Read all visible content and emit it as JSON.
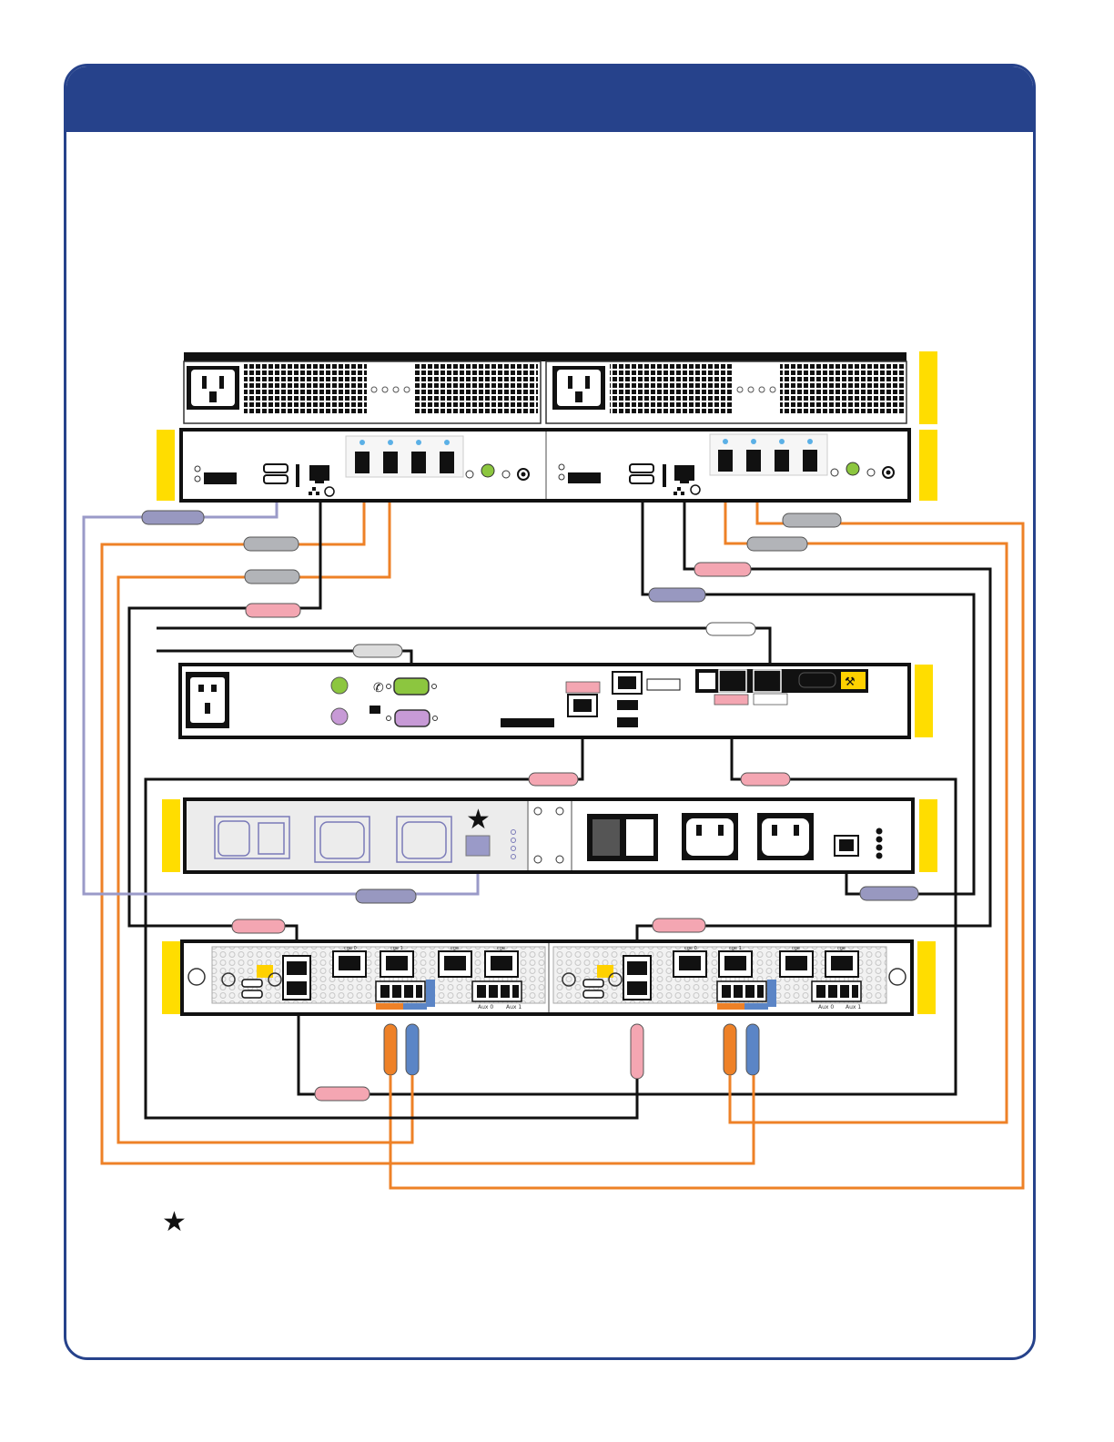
{
  "colors": {
    "header": "#26428b",
    "frame_border": "#26428b",
    "yellow_tab": "#ffdd00",
    "fiber_cable": "#ee8127",
    "ethernet_cable": "#111111",
    "serial_cable": "#9a9ac8",
    "ethernet_tag": "#f4a6b2",
    "fiber_tag": "#b2b4b8",
    "serial_tag": "#9898c0",
    "ports_blue": "#5b85c6",
    "ports_orange": "#ee8127",
    "green_led": "#8cc63f"
  },
  "icons": {
    "power_inlet": "power-inlet-icon",
    "ethernet_port": "ethernet-port-icon",
    "serial_port": "serial-port-icon",
    "phone": "phone-icon",
    "network": "network-icon",
    "wrench": "wrench-icon",
    "asterisk": "asterisk-icon"
  },
  "labels": {
    "asterisk": "★",
    "aux0": "Aux 0",
    "aux1": "Aux 1",
    "cge0": "cge 0",
    "cge1": "cge 1",
    "cge2": "cge",
    "cge3": "cge"
  }
}
